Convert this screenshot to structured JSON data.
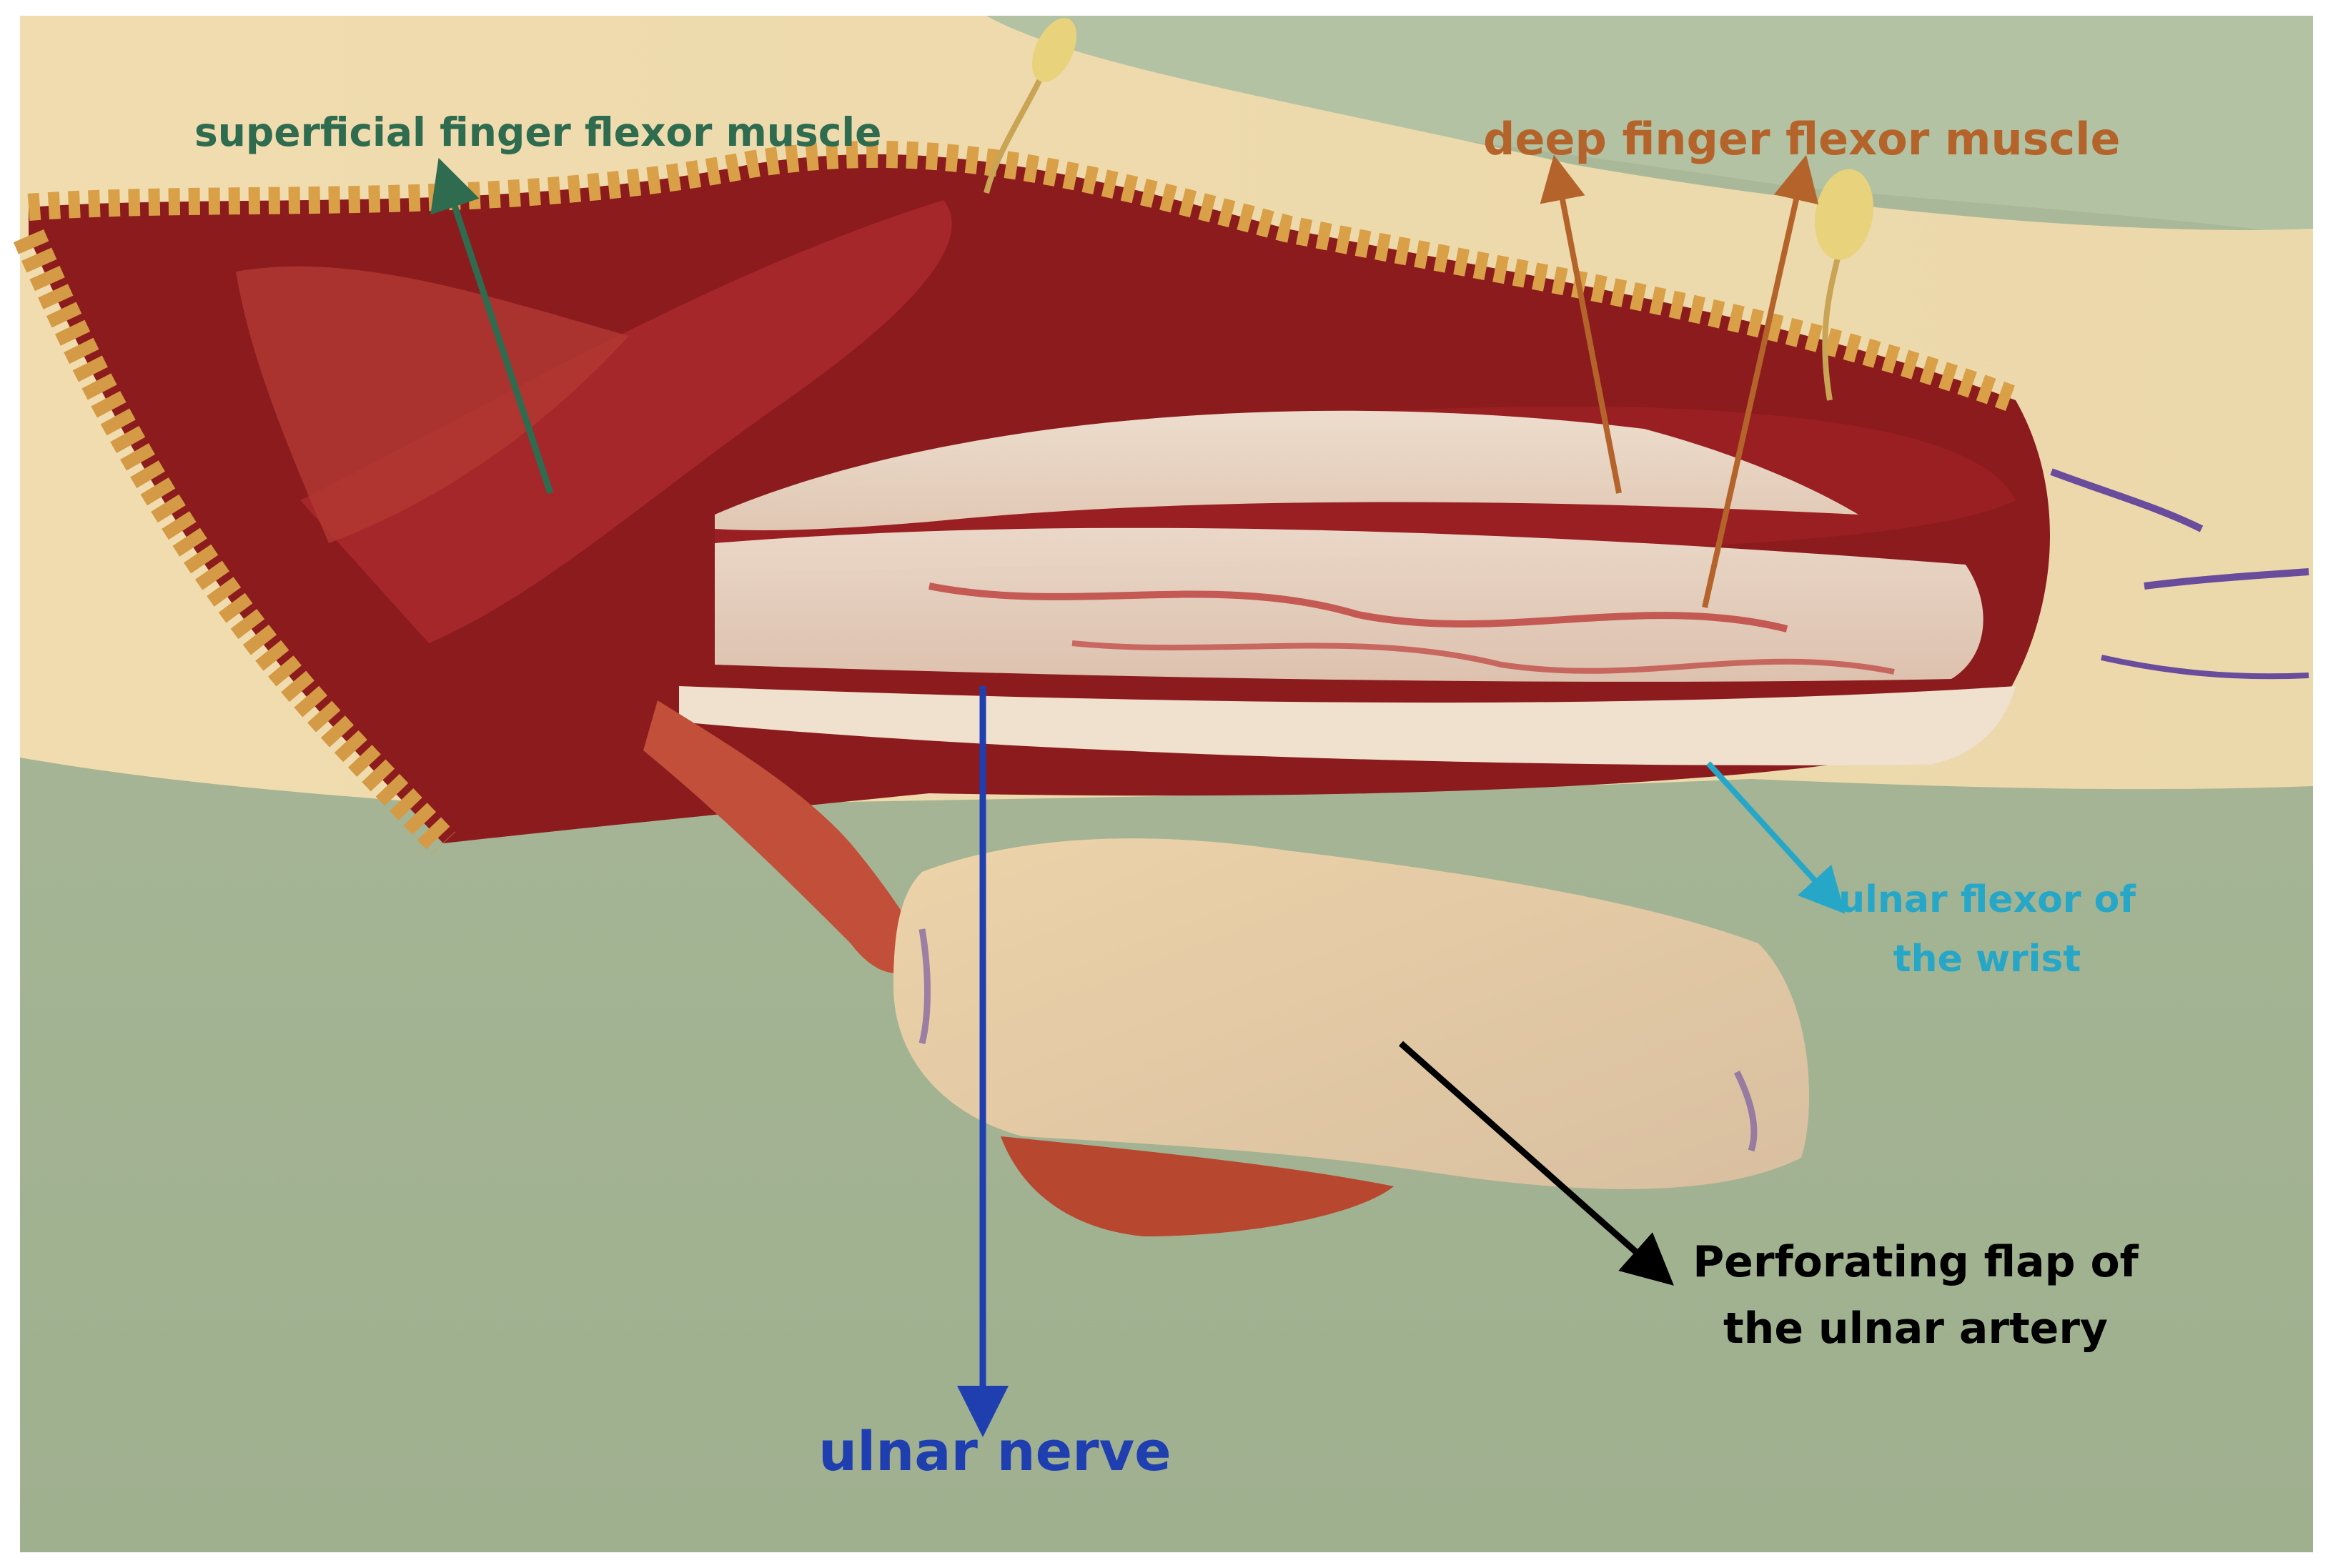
{
  "colors": {
    "superficial": "#2e6b4f",
    "deep": "#b4642a",
    "fcu": "#26a7c7",
    "flap": "#000000",
    "nerve": "#1f3fb0"
  },
  "labels": {
    "superficial": "superficial finger flexor muscle",
    "deep": "deep finger flexor muscle",
    "fcu_line1": "ulnar flexor of",
    "fcu_line2": "the wrist",
    "flap_line1": "Perforating flap of",
    "flap_line2": "the ulnar artery",
    "nerve": "ulnar nerve"
  }
}
